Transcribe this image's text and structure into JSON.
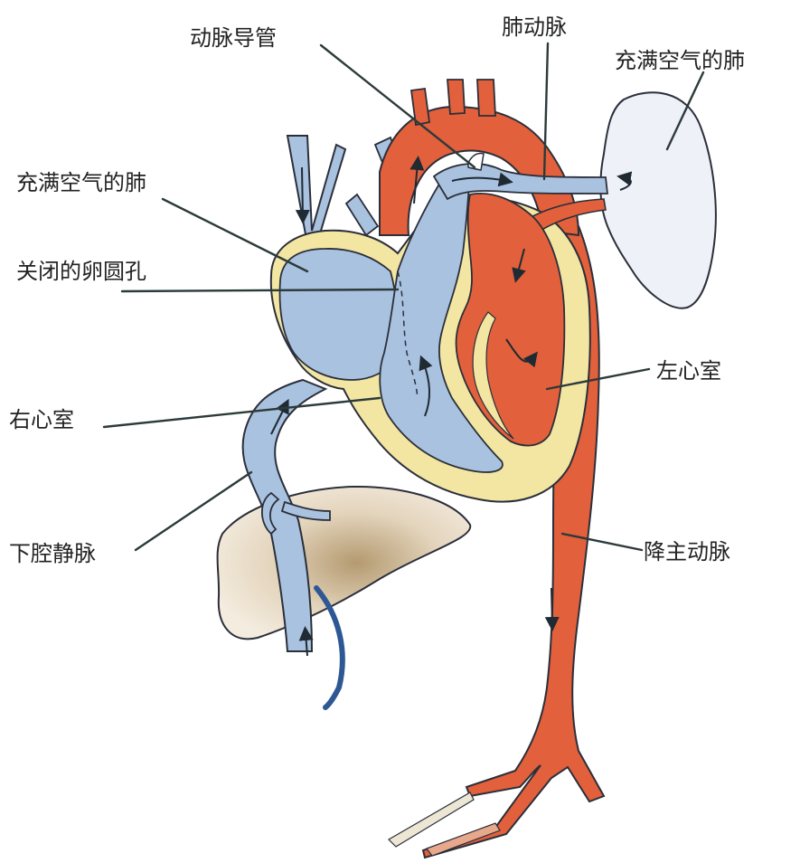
{
  "labels": {
    "ductus_arteriosus": "动脉导管",
    "pulmonary_artery": "肺动脉",
    "lung_right": "充满空气的肺",
    "lung_left": "充满空气的肺",
    "foramen_ovale": "关闭的卵圆孔",
    "right_ventricle": "右心室",
    "left_ventricle": "左心室",
    "inferior_vena_cava": "下腔静脉",
    "descending_aorta": "降主动脉"
  },
  "colors": {
    "arterial": "#e2603b",
    "venous": "#a9c2df",
    "myocardium": "#f3e6a2",
    "lung": "#eef1f8",
    "liver": "#efe3cf",
    "liver_shade": "#b7a07a",
    "outline": "#2b2f3a"
  }
}
